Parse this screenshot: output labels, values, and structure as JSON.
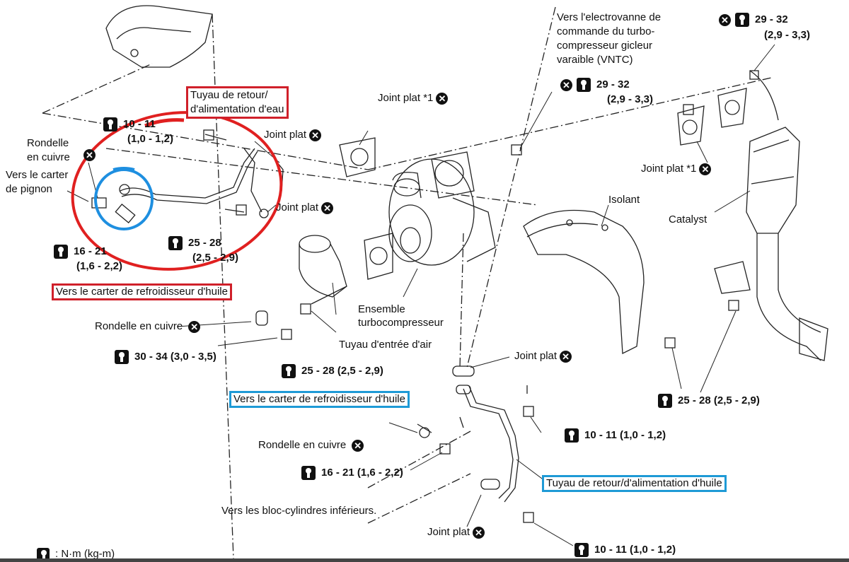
{
  "labels": {
    "vers_electrovanne": [
      "Vers l'electrovanne de",
      "commande du turbo-",
      "compresseur gicleur",
      "varaible (VNTC)"
    ],
    "tq_top_right_1": "29 - 32",
    "tq_top_right_1b": "(2,9 - 3,3)",
    "tq_top_mid_1": "29 - 32",
    "tq_top_mid_1b": "(2,9 - 3,3)",
    "joint_plat_1_top": "Joint plat *1",
    "tuyau_retour_eau_1": "Tuyau de retour/",
    "tuyau_retour_eau_2": "d'alimentation d'eau",
    "tq_10_11a": "10 - 11",
    "tq_10_11a_b": "(1,0 - 1,2)",
    "joint_plat_a": "Joint plat",
    "rondelle_cuivre_1": "Rondelle",
    "rondelle_cuivre_2": "en cuivre",
    "vers_carter_pignon_1": "Vers le carter",
    "vers_carter_pignon_2": "de pignon",
    "joint_plat_b": "Joint plat",
    "joint_plat_1_right": "Joint plat *1",
    "isolant": "Isolant",
    "catalyst": "Catalyst",
    "tq_16_21": "16 - 21",
    "tq_16_21_b": "(1,6 - 2,2)",
    "tq_25_28a": "25 - 28",
    "tq_25_28a_b": "(2,5 - 2,9)",
    "vers_refroid_red": "Vers le carter de refroidisseur d'huile",
    "ensemble_turbo_1": "Ensemble",
    "ensemble_turbo_2": "turbocompresseur",
    "rondelle_cuivre_mid": "Rondelle en cuivre",
    "tuyau_entree_air": "Tuyau d'entrée d'air",
    "tq_30_34": "30 - 34 (3,0 - 3,5)",
    "joint_plat_c": "Joint plat",
    "tq_25_28b": "25 - 28 (2,5 - 2,9)",
    "vers_refroid_blue": "Vers le carter de refroidisseur d'huile",
    "tq_25_28c": "25 - 28 (2,5 - 2,9)",
    "tq_10_11b": "10 - 11 (1,0 - 1,2)",
    "rondelle_cuivre_low": "Rondelle en cuivre",
    "tq_16_21_low": "16 - 21 (1,6 - 2,2)",
    "tuyau_huile_blue": "Tuyau de retour/d'alimentation d'huile",
    "vers_bloc": "Vers les bloc-cylindres inférieurs.",
    "joint_plat_d": "Joint plat",
    "tq_10_11c": "10 - 11 (1,0 - 1,2)",
    "legend_unit": ":  N·m (kg-m)",
    "x_symbol": "✕"
  },
  "colors": {
    "red": "#d0202a",
    "blue": "#1e9ad6",
    "ink": "#111111"
  }
}
